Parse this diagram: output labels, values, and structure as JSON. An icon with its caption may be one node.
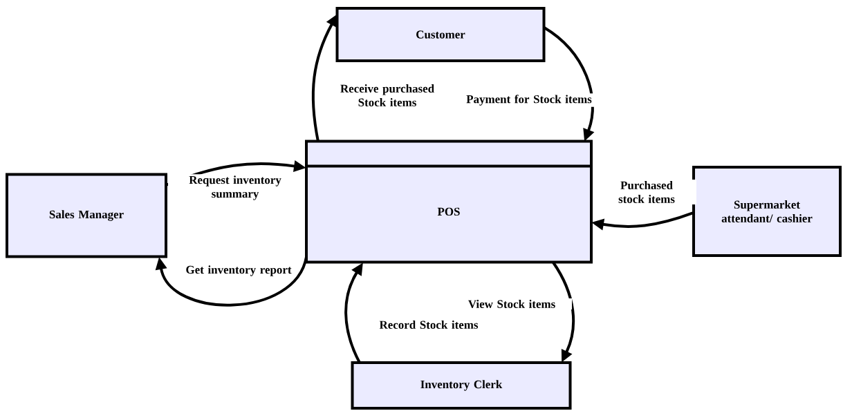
{
  "diagram": {
    "nodes": [
      {
        "text": [
          "Customer"
        ]
      },
      {
        "text": [
          "POS"
        ]
      },
      {
        "text": [
          "Sales Manager"
        ]
      },
      {
        "text": [
          "Supermarket attendant/ cashier"
        ]
      },
      {
        "text": [
          "Inventory Clerk"
        ]
      }
    ],
    "edges": [
      {
        "from": 1,
        "to": 0,
        "arrow": "to",
        "label": "Receive purchased Stock items"
      },
      {
        "from": 0,
        "to": 1,
        "arrow": "to",
        "label": "Payment for Stock items"
      },
      {
        "from": 2,
        "to": 1,
        "arrow": "to",
        "label": "Request inventory summary"
      },
      {
        "from": 1,
        "to": 2,
        "arrow": "to",
        "label": "Get inventory report"
      },
      {
        "from": 3,
        "to": 1,
        "arrow": "to",
        "label": "Purchased stock items"
      },
      {
        "from": 4,
        "to": 1,
        "arrow": "to",
        "label": "Record Stock items"
      },
      {
        "from": 1,
        "to": 4,
        "arrow": "to",
        "label": "View Stock items"
      }
    ]
  }
}
